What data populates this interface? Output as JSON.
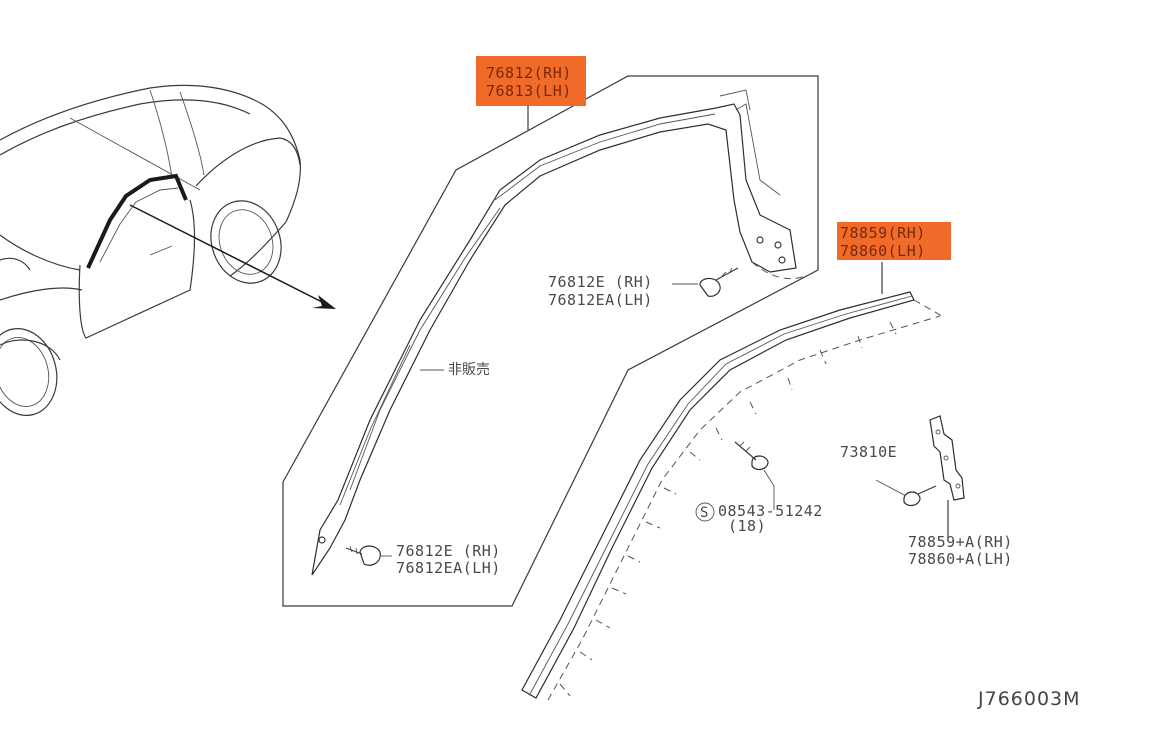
{
  "labels": {
    "moulding_main": {
      "line1": "76812(RH)",
      "line2": "76813(LH)"
    },
    "weatherstrip_main": {
      "line1": "78859(RH)",
      "line2": "78860(LH)"
    },
    "clip_top": {
      "line1": "76812E (RH)",
      "line2": "76812EA(LH)"
    },
    "clip_bottom": {
      "line1": "76812E (RH)",
      "line2": "76812EA(LH)"
    },
    "not_for_sale": "非販売",
    "screw_main": {
      "line1": "08543-51242",
      "line2": "(18)",
      "prefix": "S"
    },
    "bracket_screw": "73810E",
    "bracket": {
      "line1": "78859+A(RH)",
      "line2": "78860+A(LH)"
    },
    "diagram_code": "J766003M"
  },
  "colors": {
    "highlight": "#f06a2a",
    "line": "#3a3a3a",
    "text": "#4a4a4a"
  }
}
